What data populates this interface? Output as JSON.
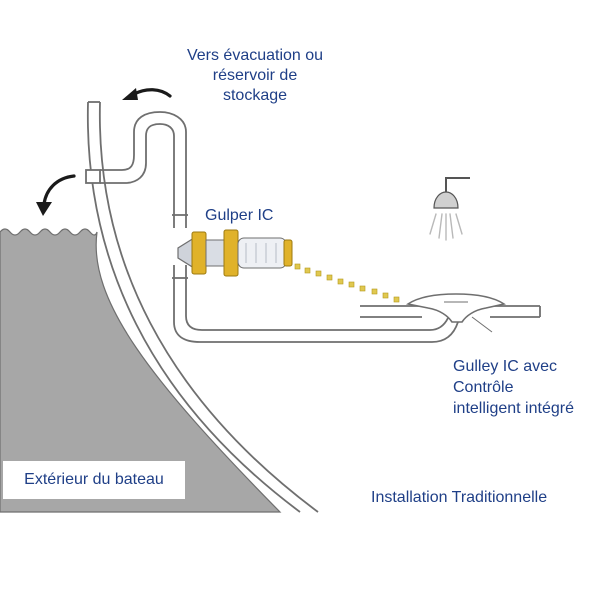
{
  "labels": {
    "evacuation": [
      "Vers évacuation ou",
      "réservoir de",
      "stockage"
    ],
    "gulper": "Gulper IC",
    "gulley": [
      "Gulley IC avec",
      "Contrôle",
      "intelligent intégré"
    ],
    "exterior": "Extérieur du bateau",
    "installation": "Installation Traditionnelle"
  },
  "colors": {
    "label_text": "#1f3f87",
    "water": "#a7a7a7",
    "pipe_stroke": "#6f6f6f",
    "pump_yellow": "#e0b22a",
    "pump_body": "#e3e6ec"
  },
  "icons": [
    "shower-head-icon",
    "flow-arrow-icon",
    "water-droplet-icon"
  ]
}
